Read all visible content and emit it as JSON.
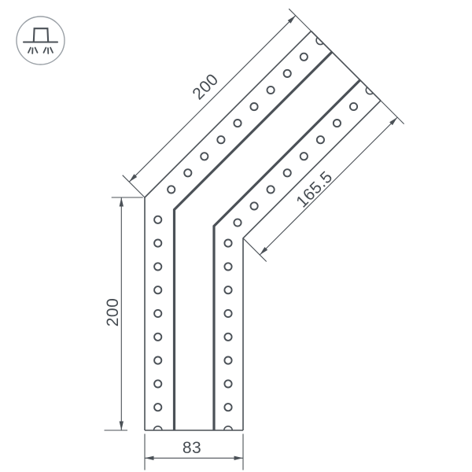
{
  "page": {
    "background": "#ffffff"
  },
  "icon": {
    "name": "recessed-downlight",
    "ring_color": "#9aa0a6",
    "glyph_color": "#4b5157"
  },
  "labels": {
    "angled_left": "200",
    "angled_right": "165.5",
    "vertical_left": "200",
    "bottom_width": "83"
  },
  "drawing": {
    "line_color": "#4b5157",
    "hole_radius": 4.6,
    "hole_rows": [
      {
        "name": "vertical-left-column",
        "x0": 200.7,
        "y0": 279.3,
        "dx": 0,
        "dy": 29.8,
        "n": 9
      },
      {
        "name": "vertical-right-column",
        "x0": 290.0,
        "y0": 309.1,
        "dx": 0,
        "dy": 29.8,
        "n": 8
      },
      {
        "name": "angled-upper-row",
        "x0": 217.7,
        "y0": 240.9,
        "dx": 21.07,
        "dy": -21.07,
        "n": 9
      },
      {
        "name": "angled-lower-row",
        "x0": 302.0,
        "y0": 283.0,
        "dx": 21.07,
        "dy": -21.07,
        "n": 8
      }
    ]
  }
}
